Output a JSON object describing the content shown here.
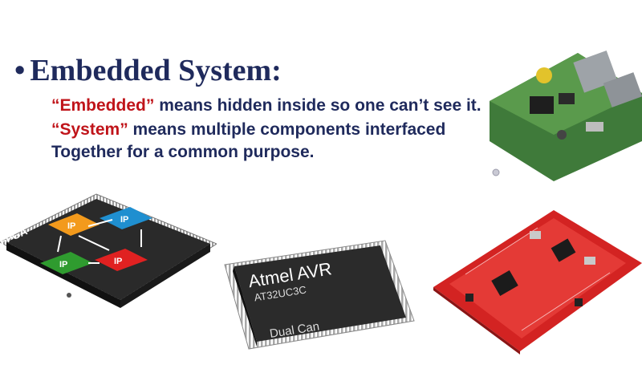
{
  "slide": {
    "heading": {
      "bullet": "•",
      "title": "Embedded System:"
    },
    "definitions": [
      {
        "keyword": "“Embedded”",
        "text": " means hidden inside so one can’t see it."
      },
      {
        "keyword": "“System”",
        "text": " means multiple components interfaced"
      },
      {
        "keyword": "",
        "text": "Together for a common purpose."
      }
    ],
    "images": {
      "fpga": {
        "chip_label": "FPGA",
        "blocks": [
          "IP",
          "IP",
          "IP",
          "IP"
        ],
        "colors": {
          "orange": "#f39a1c",
          "blue": "#1f8fd0",
          "green": "#2f9b2f",
          "red": "#e02121"
        }
      },
      "avr": {
        "line1": "Atmel AVR",
        "line2": "AT32UC3C",
        "line3": "Dual Can"
      },
      "rpi": {
        "name": "raspberry-pi-board"
      },
      "launchpad": {
        "name": "ti-launchpad-board"
      }
    }
  }
}
